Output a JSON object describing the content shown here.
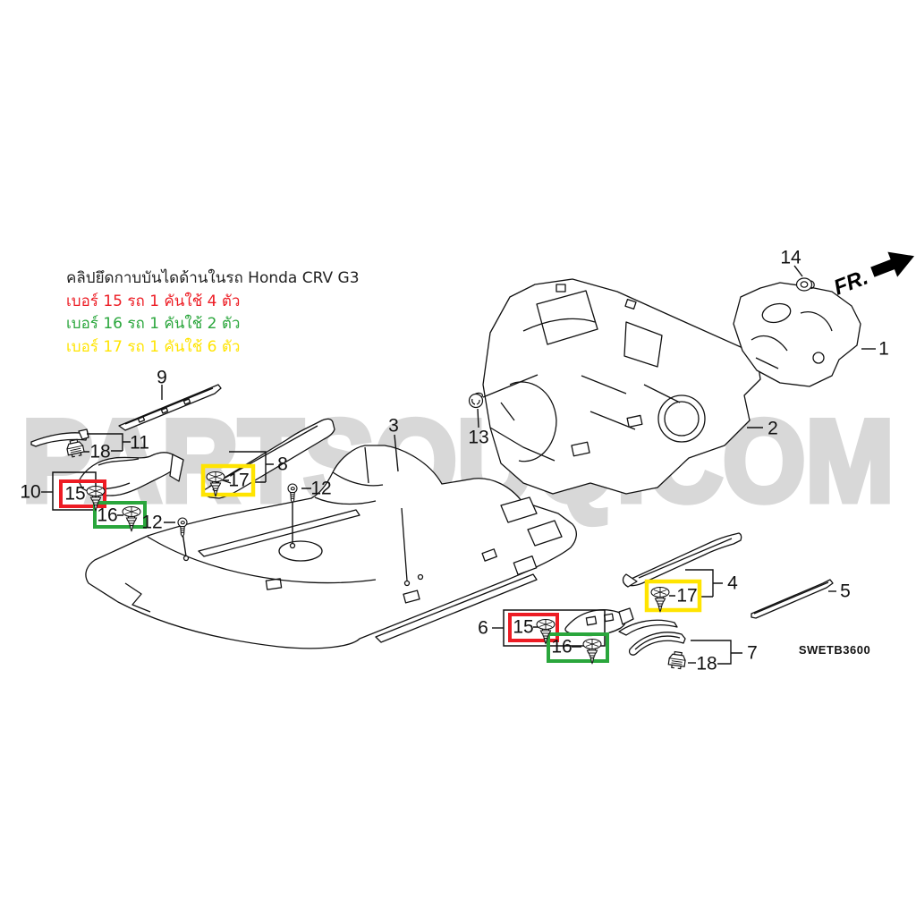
{
  "note": {
    "title": "คลิปยึดกาบบันไดด้านในรถ Honda CRV G3",
    "title_color": "#222222",
    "items": [
      {
        "text": "เบอร์ 15 รถ 1 คันใช้ 4 ตัว",
        "color": "#ed1c24"
      },
      {
        "text": "เบอร์ 16 รถ 1 คันใช้ 2 ตัว",
        "color": "#2aa63c"
      },
      {
        "text": "เบอร์ 17 รถ 1 คันใช้ 6 ตัว",
        "color": "#ffe400"
      }
    ]
  },
  "watermark": {
    "text": "PARTSOUQ.COM",
    "color": "#d8d8d8"
  },
  "direction_label": "FR.",
  "diagram_code": "SWETB3600",
  "highlight_colors": {
    "red": "#ed1c24",
    "green": "#2aa63c",
    "yellow": "#ffe400"
  },
  "line_color": "#111111",
  "callouts": {
    "c1": "1",
    "c2": "2",
    "c3": "3",
    "c4": "4",
    "c5": "5",
    "c6": "6",
    "c7": "7",
    "c8": "8",
    "c9": "9",
    "c10": "10",
    "c11": "11",
    "c12a": "12",
    "c12b": "12",
    "c13": "13",
    "c14": "14",
    "c15a": "15",
    "c15b": "15",
    "c16a": "16",
    "c16b": "16",
    "c17a": "17",
    "c17b": "17",
    "c18a": "18",
    "c18b": "18"
  }
}
